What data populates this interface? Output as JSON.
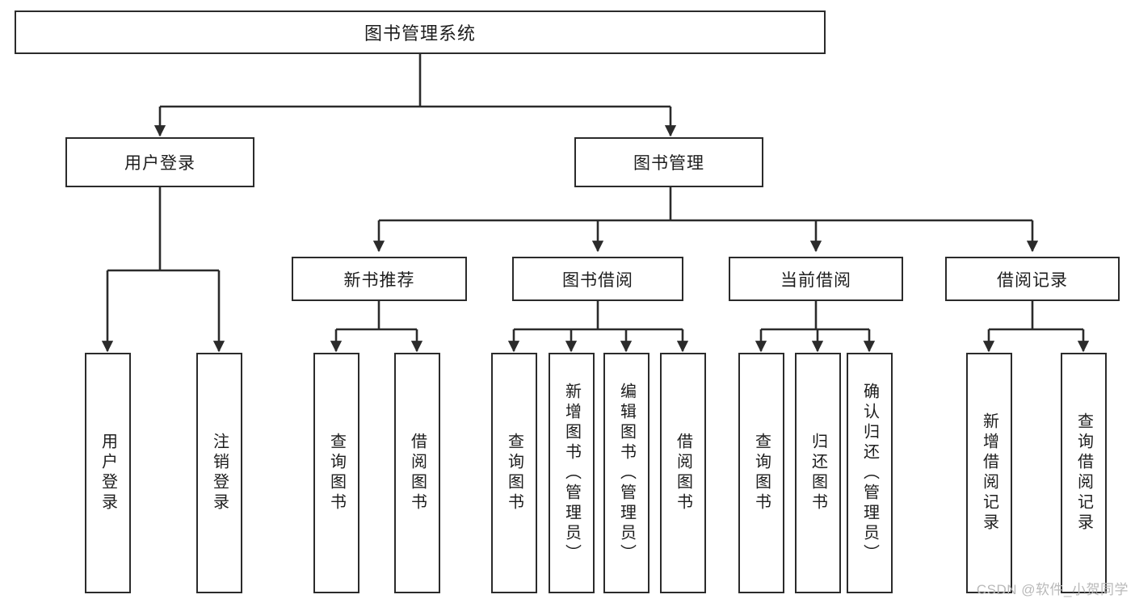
{
  "diagram": {
    "title": "图书管理系统",
    "type": "hierarchy-tree",
    "watermark": "CSDN @软件_小贺同学",
    "colors": {
      "border": "#2b2b2b",
      "text": "#1d1d1d",
      "background": "#ffffff",
      "edge": "#2b2b2b",
      "watermark": "#b9b9b9"
    },
    "levels": {
      "root": "图书管理系统",
      "level2": [
        "用户登录",
        "图书管理"
      ],
      "level3": [
        "新书推荐",
        "图书借阅",
        "当前借阅",
        "借阅记录"
      ]
    },
    "nodes": {
      "root": {
        "label": "图书管理系统"
      },
      "user_login": {
        "label": "用户登录"
      },
      "book_manage": {
        "label": "图书管理"
      },
      "new_book_rec": {
        "label": "新书推荐"
      },
      "book_borrow": {
        "label": "图书借阅"
      },
      "current_borrow": {
        "label": "当前借阅"
      },
      "borrow_record": {
        "label": "借阅记录"
      },
      "leaf_user_login": {
        "label": "用户登录"
      },
      "leaf_logout": {
        "label": "注销登录"
      },
      "leaf_query_book_1": {
        "label": "查询图书"
      },
      "leaf_borrow_book_1": {
        "label": "借阅图书"
      },
      "leaf_query_book_2": {
        "label": "查询图书"
      },
      "leaf_add_book_admin": {
        "label": "新增图书（管理员）"
      },
      "leaf_edit_book_admin": {
        "label": "编辑图书（管理员）"
      },
      "leaf_borrow_book_2": {
        "label": "借阅图书"
      },
      "leaf_query_book_3": {
        "label": "查询图书"
      },
      "leaf_return_book": {
        "label": "归还图书"
      },
      "leaf_confirm_return_admin": {
        "label": "确认归还（管理员）"
      },
      "leaf_add_record": {
        "label": "新增借阅记录"
      },
      "leaf_query_record": {
        "label": "查询借阅记录"
      }
    }
  }
}
